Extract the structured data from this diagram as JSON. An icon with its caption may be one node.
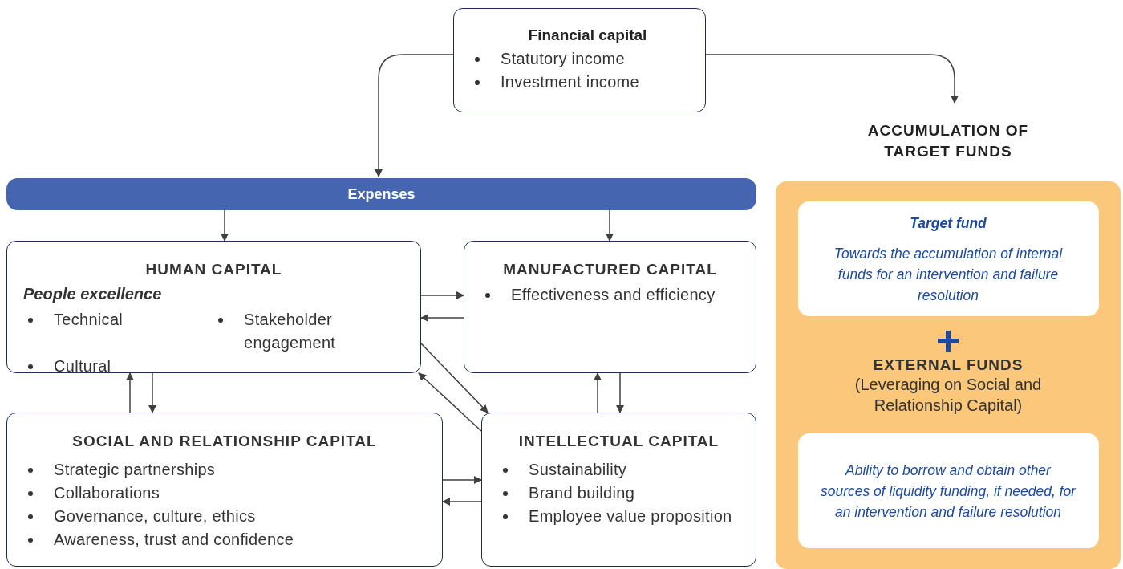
{
  "diagram": {
    "nodes": [
      {
        "text": [
          "Financial capital",
          "Statutory income",
          "Investment income"
        ]
      },
      {
        "text": [
          "ACCUMULATION OF TARGET FUNDS"
        ]
      },
      {
        "text": [
          "Expenses"
        ]
      },
      {
        "text": [
          "HUMAN CAPITAL",
          "People excellence",
          "Technical",
          "Cultural",
          "Stakeholder engagement"
        ]
      },
      {
        "text": [
          "MANUFACTURED CAPITAL",
          "Effectiveness and efficiency"
        ]
      },
      {
        "text": [
          "SOCIAL AND RELATIONSHIP CAPITAL",
          "Strategic partnerships",
          "Collaborations",
          "Governance, culture, ethics",
          "Awareness, trust and confidence"
        ]
      },
      {
        "text": [
          "INTELLECTUAL CAPITAL",
          "Sustainability",
          "Brand building",
          "Employee value proposition"
        ]
      },
      {
        "text": [
          "EXTERNAL FUNDS",
          "(Leveraging on Social and Relationship Capital)"
        ]
      },
      {
        "text": [
          "Target fund",
          "Towards the accumulation of internal funds for an intervention and failure resolution"
        ],
        "in": 7
      },
      {
        "text": [
          "Ability to borrow and obtain other sources of liquidity funding, if needed, for an intervention and failure resolution"
        ],
        "in": 7
      }
    ],
    "edges": [
      {
        "from": 0,
        "to": 1,
        "arrow": "to"
      },
      {
        "from": 0,
        "to": 2,
        "arrow": "to"
      },
      {
        "from": 2,
        "to": 3,
        "arrow": "to"
      },
      {
        "from": 2,
        "to": 4,
        "arrow": "to"
      },
      {
        "from": 3,
        "to": 4,
        "arrow": "to"
      },
      {
        "from": 4,
        "to": 3,
        "arrow": "to"
      },
      {
        "from": 3,
        "to": 5,
        "arrow": "to"
      },
      {
        "from": 5,
        "to": 3,
        "arrow": "to"
      },
      {
        "from": 6,
        "to": 4,
        "arrow": "to"
      },
      {
        "from": 4,
        "to": 6,
        "arrow": "to"
      },
      {
        "from": 3,
        "to": 6,
        "arrow": "to"
      },
      {
        "from": 6,
        "to": 3,
        "arrow": "to"
      },
      {
        "from": 5,
        "to": 6,
        "arrow": "to"
      },
      {
        "from": 6,
        "to": 5,
        "arrow": "to"
      }
    ]
  }
}
